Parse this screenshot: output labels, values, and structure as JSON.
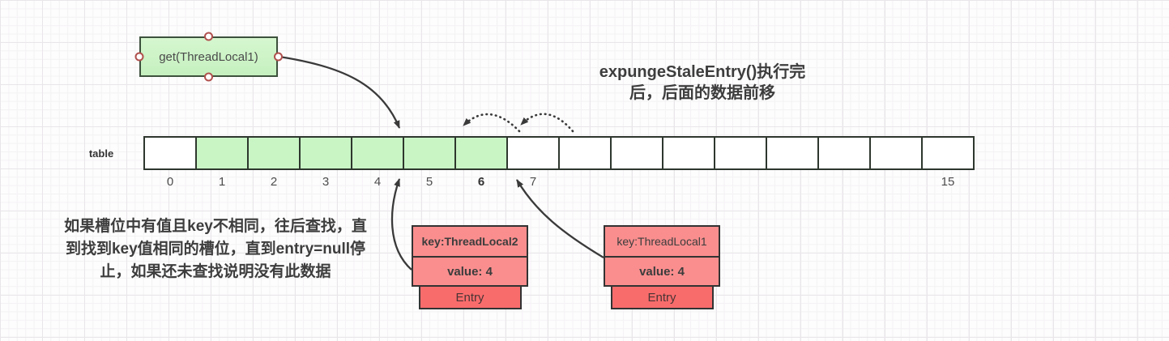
{
  "get_box": {
    "label": "get(ThreadLocal1)"
  },
  "title": {
    "line1": "expungeStaleEntry()执行完",
    "line2": "后，后面的数据前移"
  },
  "note": {
    "line1": "如果槽位中有值且key不相同，往后查找，直",
    "line2": "到找到key值相同的槽位，直到entry=null停",
    "line3": "止，如果还未查找说明没有此数据"
  },
  "table": {
    "label": "table",
    "cells": [
      {
        "label": "0",
        "green": false,
        "bold": false
      },
      {
        "label": "1",
        "green": true,
        "bold": false
      },
      {
        "label": "2",
        "green": true,
        "bold": false
      },
      {
        "label": "3",
        "green": true,
        "bold": false
      },
      {
        "label": "4",
        "green": true,
        "bold": false
      },
      {
        "label": "5",
        "green": true,
        "bold": false
      },
      {
        "label": "6",
        "green": true,
        "bold": true
      },
      {
        "label": "7",
        "green": false,
        "bold": false
      },
      {
        "label": "",
        "green": false,
        "bold": false
      },
      {
        "label": "",
        "green": false,
        "bold": false
      },
      {
        "label": "",
        "green": false,
        "bold": false
      },
      {
        "label": "",
        "green": false,
        "bold": false
      },
      {
        "label": "",
        "green": false,
        "bold": false
      },
      {
        "label": "",
        "green": false,
        "bold": false
      },
      {
        "label": "",
        "green": false,
        "bold": false
      },
      {
        "label": "15",
        "green": false,
        "bold": false
      }
    ]
  },
  "entries": [
    {
      "key": "key:ThreadLocal2",
      "value": "value: 4",
      "tag": "Entry"
    },
    {
      "key": "key:ThreadLocal1",
      "value": "value: 4",
      "tag": "Entry"
    }
  ],
  "colors": {
    "cell_green": "#c9f5c5",
    "get_box_green": "#cdf3c7",
    "entry_pink": "#fa8e8e",
    "entry_red": "#f96c6c",
    "shape_border": "#333333",
    "arrow": "#3a3a3a",
    "handle_ring": "#b0504d",
    "text": "#3d3d3d"
  }
}
